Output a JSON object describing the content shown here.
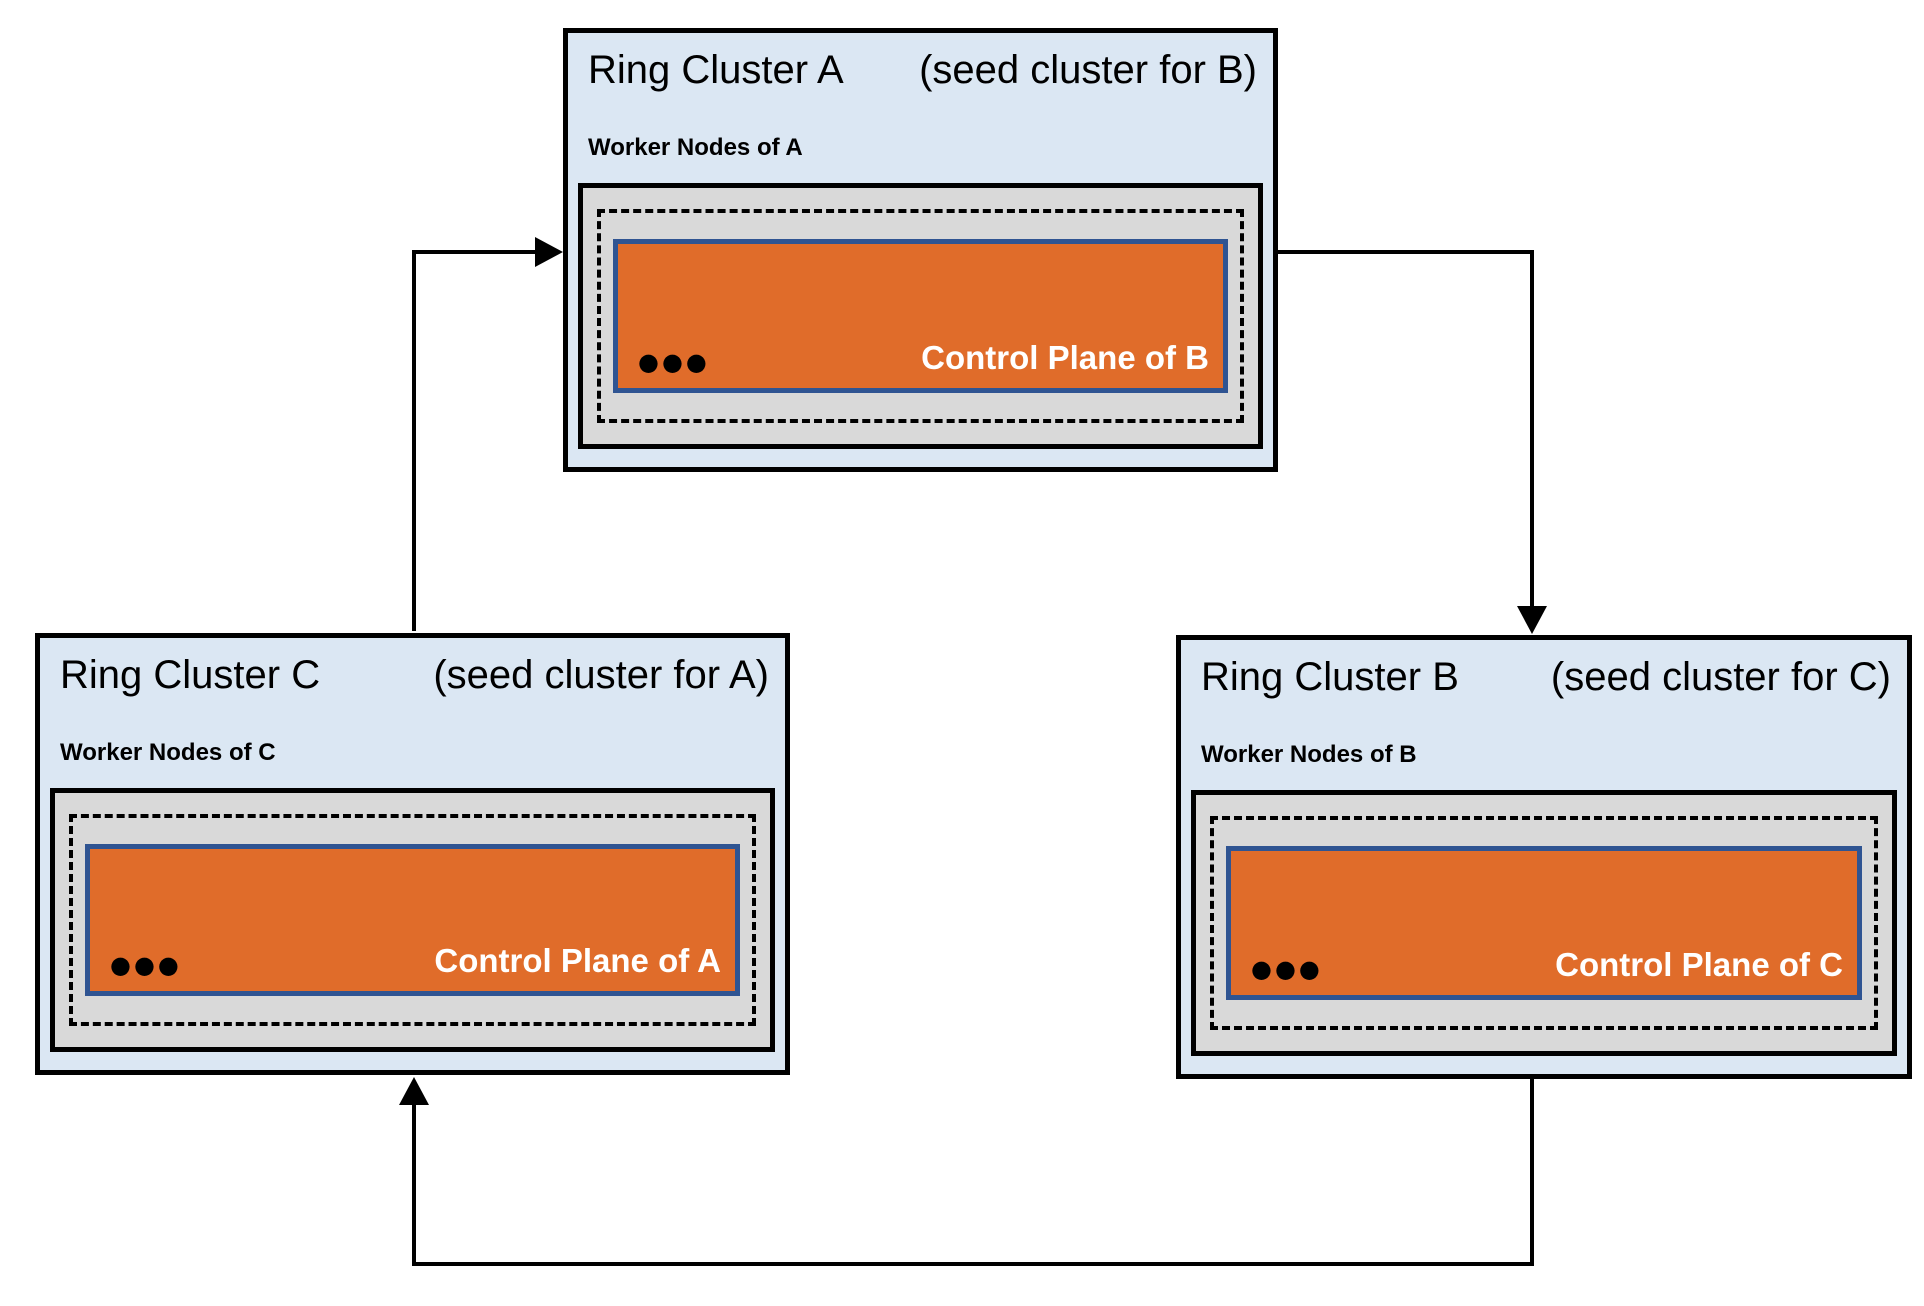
{
  "diagram": {
    "colors": {
      "cluster_fill": "#dbe7f3",
      "cluster_border": "#000000",
      "worker_node_fill": "#d9d9d9",
      "control_plane_fill": "#e06c2a",
      "control_plane_border": "#2f5492",
      "arrow_line": "#000000",
      "control_label_text": "#ffffff"
    },
    "clusters": [
      {
        "id": "A",
        "title": "Ring Cluster A",
        "subtitle": "(seed cluster for B)",
        "worker_label": "Worker Nodes of A",
        "control_plane_label": "Control Plane of B",
        "ellipsis": "●●●"
      },
      {
        "id": "B",
        "title": "Ring Cluster B",
        "subtitle": "(seed cluster for C)",
        "worker_label": "Worker Nodes of B",
        "control_plane_label": "Control Plane of C",
        "ellipsis": "●●●"
      },
      {
        "id": "C",
        "title": "Ring Cluster C",
        "subtitle": "(seed cluster for A)",
        "worker_label": "Worker Nodes of C",
        "control_plane_label": "Control Plane of A",
        "ellipsis": "●●●"
      }
    ],
    "arrows": [
      {
        "name": "arrow-c-to-a",
        "from": "Ring Cluster C",
        "to": "Ring Cluster A"
      },
      {
        "name": "arrow-a-to-b",
        "from": "Ring Cluster A",
        "to": "Ring Cluster B"
      },
      {
        "name": "arrow-b-to-c",
        "from": "Ring Cluster B",
        "to": "Ring Cluster C"
      }
    ]
  }
}
